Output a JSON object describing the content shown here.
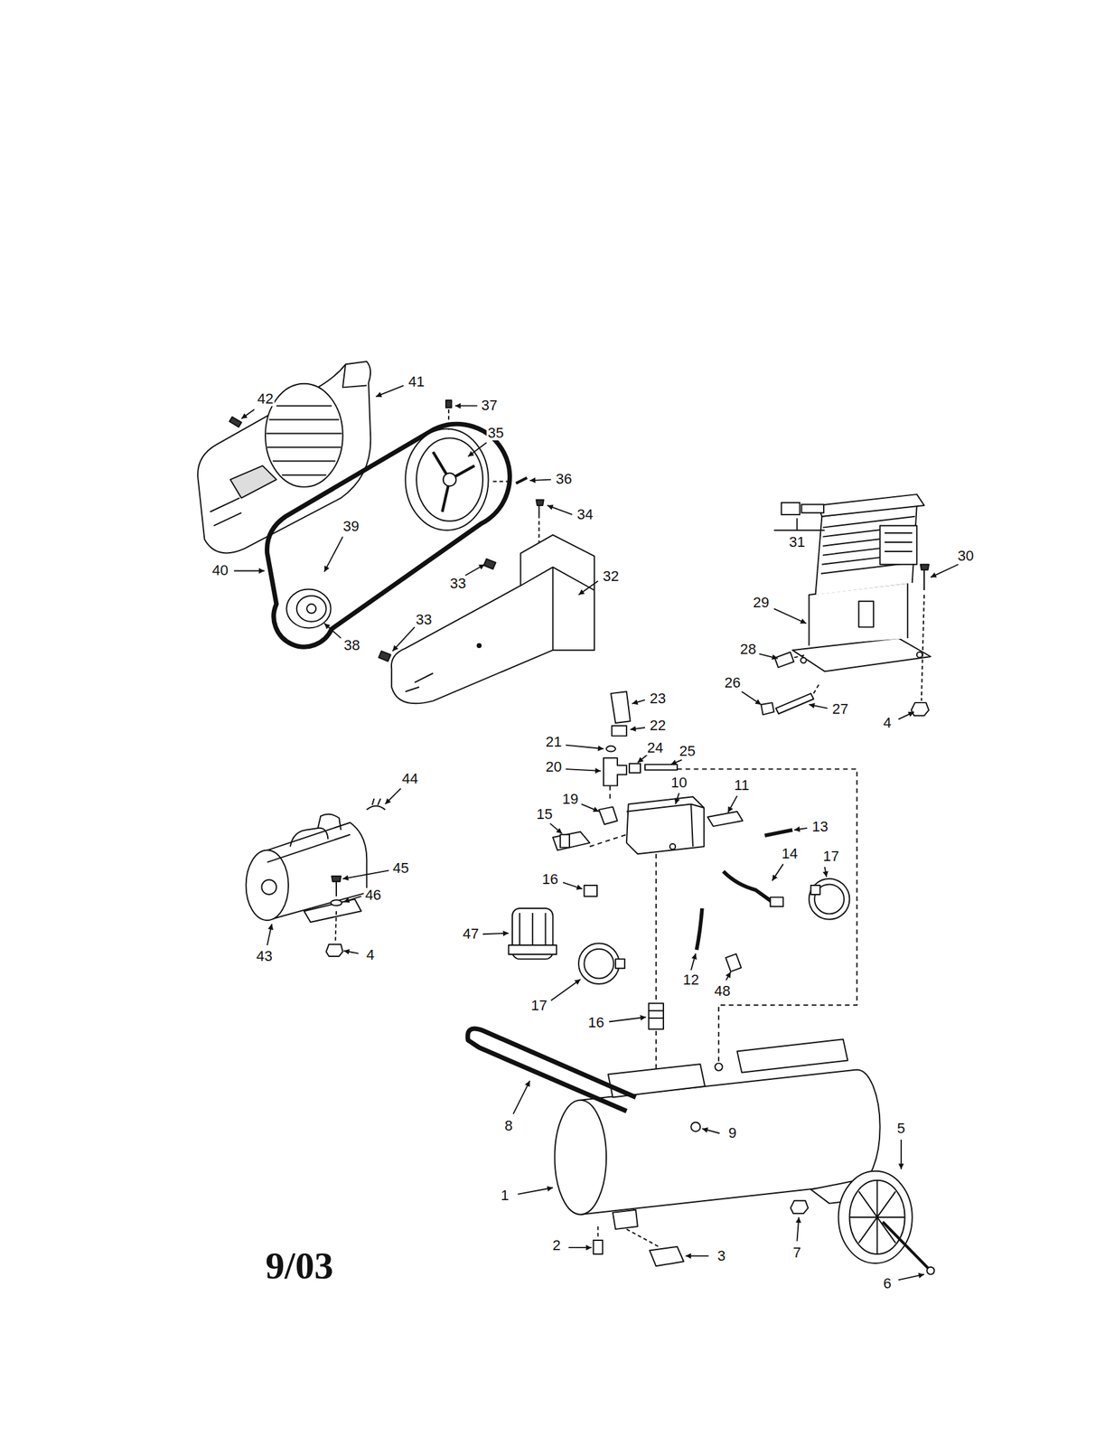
{
  "diagram": {
    "labels": [
      "42",
      "41",
      "37",
      "35",
      "36",
      "34",
      "39",
      "40",
      "33",
      "32",
      "38",
      "33",
      "31",
      "30",
      "29",
      "28",
      "26",
      "27",
      "4",
      "23",
      "22",
      "21",
      "24",
      "25",
      "20",
      "19",
      "10",
      "11",
      "15",
      "13",
      "44",
      "45",
      "46",
      "43",
      "4",
      "14",
      "17",
      "16",
      "47",
      "12",
      "48",
      "17",
      "16",
      "8",
      "9",
      "5",
      "1",
      "7",
      "2",
      "3",
      "6",
      "9/03"
    ]
  }
}
